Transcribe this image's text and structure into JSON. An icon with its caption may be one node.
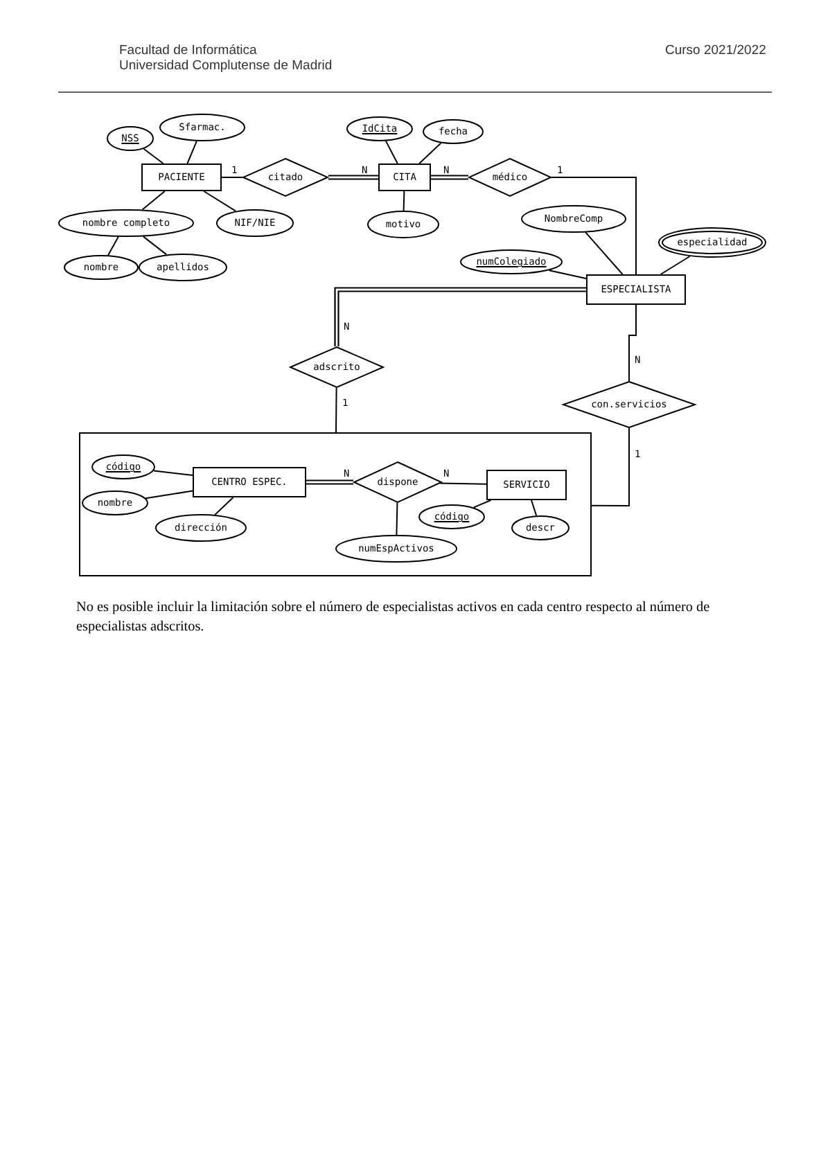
{
  "diagram": {
    "nodes": [
      {
        "text": [
          "NSS"
        ]
      },
      {
        "text": [
          "Sfarmac."
        ]
      },
      {
        "text": [
          "IdCita"
        ]
      },
      {
        "text": [
          "fecha"
        ]
      },
      {
        "text": [
          "PACIENTE"
        ]
      },
      {
        "text": [
          "citado"
        ]
      },
      {
        "text": [
          "CITA"
        ]
      },
      {
        "text": [
          "médico"
        ]
      },
      {
        "text": [
          "nombre completo"
        ]
      },
      {
        "text": [
          "NIF/NIE"
        ]
      },
      {
        "text": [
          "motivo"
        ]
      },
      {
        "text": [
          "NombreComp"
        ]
      },
      {
        "text": [
          "especialidad"
        ]
      },
      {
        "text": [
          "numColegiado"
        ]
      },
      {
        "text": [
          "nombre"
        ]
      },
      {
        "text": [
          "apellidos"
        ]
      },
      {
        "text": [
          "ESPECIALISTA"
        ]
      },
      {
        "text": [
          "adscrito"
        ]
      },
      {
        "text": [
          "con.servicios"
        ]
      },
      {
        "text": [],
        "shape": "box"
      },
      {
        "text": [
          "código"
        ],
        "in": 19
      },
      {
        "text": [
          "CENTRO ESPEC."
        ],
        "in": 19
      },
      {
        "text": [
          "dispone"
        ],
        "in": 19
      },
      {
        "text": [
          "SERVICIO"
        ],
        "in": 19
      },
      {
        "text": [
          "nombre"
        ],
        "in": 19
      },
      {
        "text": [
          "código"
        ],
        "in": 19
      },
      {
        "text": [
          "descr"
        ],
        "in": 19
      },
      {
        "text": [
          "dirección"
        ],
        "in": 19
      },
      {
        "text": [
          "numEspActivos"
        ],
        "in": 19
      }
    ],
    "edges": [
      {
        "from": 4,
        "to": 0,
        "arrow": "none"
      },
      {
        "from": 4,
        "to": 1,
        "arrow": "none"
      },
      {
        "from": 4,
        "to": 8,
        "arrow": "none"
      },
      {
        "from": 4,
        "to": 9,
        "arrow": "none"
      },
      {
        "from": 8,
        "to": 14,
        "arrow": "none"
      },
      {
        "from": 8,
        "to": 15,
        "arrow": "none"
      },
      {
        "from": 4,
        "to": 5,
        "arrow": "none",
        "label": "1"
      },
      {
        "from": 5,
        "to": 6,
        "arrow": "none",
        "label": "N",
        "style": "thick"
      },
      {
        "from": 6,
        "to": 2,
        "arrow": "none"
      },
      {
        "from": 6,
        "to": 3,
        "arrow": "none"
      },
      {
        "from": 6,
        "to": 10,
        "arrow": "none"
      },
      {
        "from": 6,
        "to": 7,
        "arrow": "none",
        "label": "N",
        "style": "thick"
      },
      {
        "from": 7,
        "to": 16,
        "arrow": "none",
        "label": "1"
      },
      {
        "from": 16,
        "to": 11,
        "arrow": "none"
      },
      {
        "from": 16,
        "to": 12,
        "arrow": "none"
      },
      {
        "from": 16,
        "to": 13,
        "arrow": "none"
      },
      {
        "from": 16,
        "to": 17,
        "arrow": "none",
        "label": "N",
        "style": "thick"
      },
      {
        "from": 17,
        "to": 19,
        "arrow": "none",
        "label": "1"
      },
      {
        "from": 16,
        "to": 18,
        "arrow": "none",
        "label": "N"
      },
      {
        "from": 18,
        "to": 19,
        "arrow": "none",
        "label": "1"
      },
      {
        "from": 21,
        "to": 20,
        "arrow": "none"
      },
      {
        "from": 21,
        "to": 24,
        "arrow": "none"
      },
      {
        "from": 21,
        "to": 27,
        "arrow": "none"
      },
      {
        "from": 21,
        "to": 22,
        "arrow": "none",
        "label": "N",
        "style": "thick"
      },
      {
        "from": 22,
        "to": 23,
        "arrow": "none",
        "label": "N"
      },
      {
        "from": 22,
        "to": 28,
        "arrow": "none"
      },
      {
        "from": 23,
        "to": 25,
        "arrow": "none"
      },
      {
        "from": 23,
        "to": 26,
        "arrow": "none"
      }
    ],
    "labels": [
      "Facultad de Informática",
      "Universidad Complutense de Madrid",
      "Curso 2021/2022",
      "No es posible incluir la limitación sobre el número de especialistas activos en cada centro respecto al número de especialistas adscritos."
    ]
  }
}
